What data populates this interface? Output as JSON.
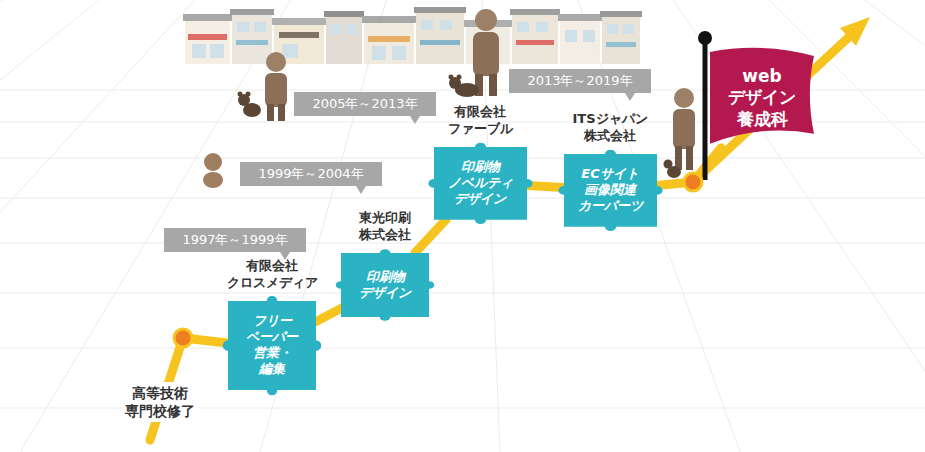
{
  "diagram": {
    "nodes": [
      {
        "text": [
          "1997年～1999年"
        ]
      },
      {
        "text": [
          "有限会社 クロスメディア",
          "フリー ペーパー 営業・編集"
        ]
      },
      {
        "text": [
          "1999年～2004年"
        ]
      },
      {
        "text": [
          "東光印刷 株式会社",
          "印刷物 デザイン"
        ]
      },
      {
        "text": [
          "2005年～2013年"
        ]
      },
      {
        "text": [
          "有限会社 ファーブル",
          "印刷物 ノベルティ デザイン"
        ]
      },
      {
        "text": [
          "2013年～2019年"
        ]
      },
      {
        "text": [
          "ITSジャパン 株式会社",
          "ECサイト 画像関連 カーパーツ"
        ]
      },
      {
        "text": [
          "web デザイン 養成科"
        ]
      }
    ],
    "edges": [
      {
        "from": 1,
        "to": 3,
        "arrow": "none"
      },
      {
        "from": 3,
        "to": 5,
        "arrow": "none"
      },
      {
        "from": 5,
        "to": 7,
        "arrow": "none"
      },
      {
        "from": 7,
        "to": 8,
        "arrow": "none"
      }
    ],
    "labels": [
      "高等技術 専門校修了"
    ]
  }
}
